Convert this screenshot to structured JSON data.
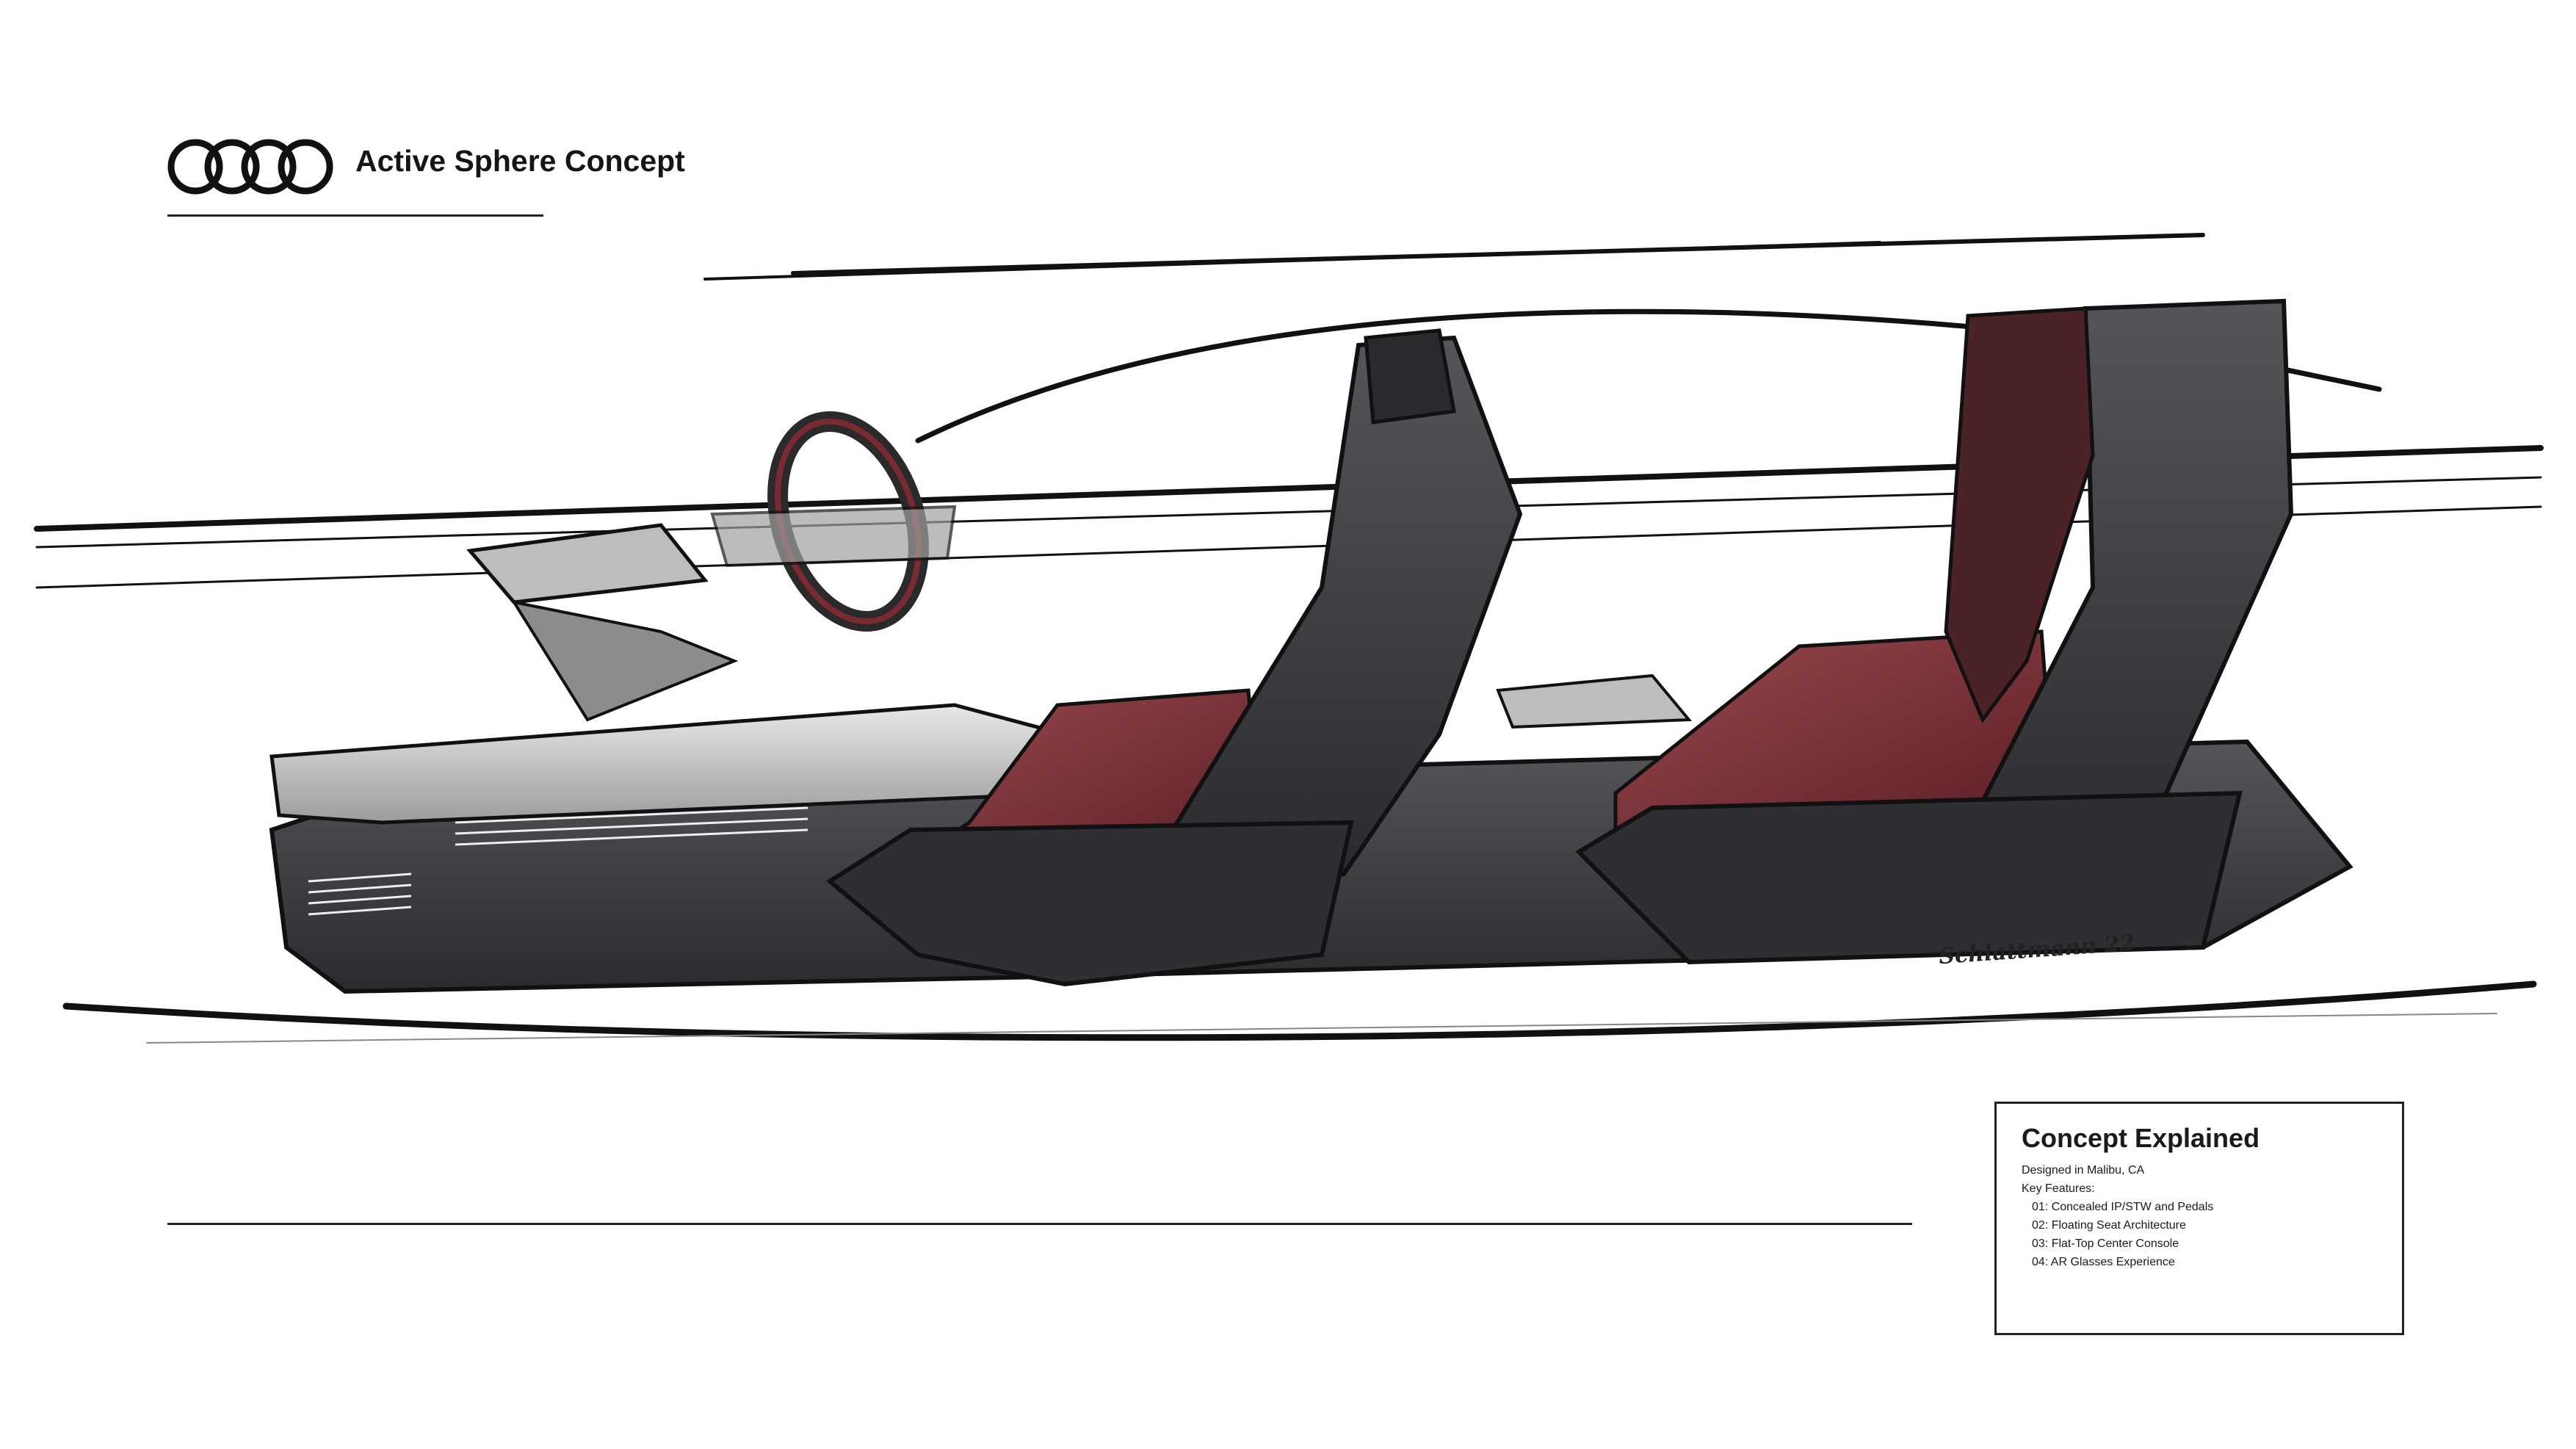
{
  "header": {
    "logo_icon": "four-rings-logo-icon",
    "title": "Active Sphere Concept"
  },
  "sketch": {
    "signature": "Schlattmann 22"
  },
  "info_box": {
    "title": "Concept Explained",
    "location": "Designed in Malibu, CA",
    "features_label": "Key Features:",
    "features": [
      "01: Concealed IP/STW and Pedals",
      "02: Floating Seat Architecture",
      "03: Flat-Top Center Console",
      "04: AR Glasses Experience"
    ]
  },
  "colors": {
    "seat_red": "#7a2a30",
    "shell_dark": "#3a3b3e",
    "line": "#111111"
  }
}
